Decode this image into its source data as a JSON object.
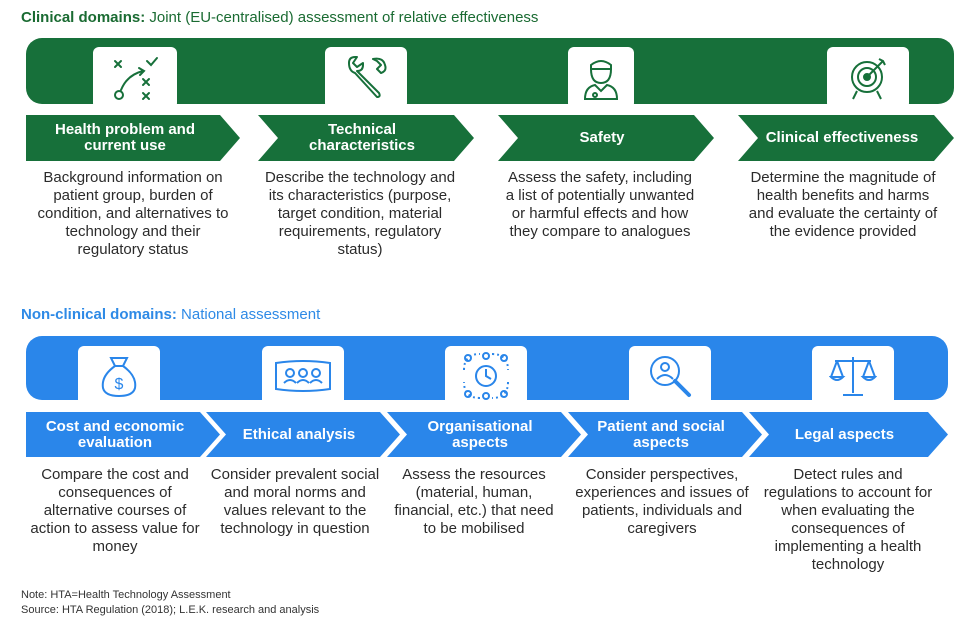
{
  "clinical": {
    "title_bold": "Clinical domains:",
    "title_rest": " Joint (EU-centralised) assessment of relative effectiveness",
    "items": [
      {
        "icon": "tactics-icon",
        "label": "Health problem and current use",
        "description": "Background information on patient group, burden of condition, and alternatives to technology and their regulatory status"
      },
      {
        "icon": "wrench-icon",
        "label": "Technical characteristics",
        "description": "Describe the technology and its characteristics (purpose, target condition, material requirements, regulatory status)"
      },
      {
        "icon": "nurse-icon",
        "label": "Safety",
        "description": "Assess the safety, including a list of potentially unwanted or harmful effects and how they compare to analogues"
      },
      {
        "icon": "target-icon",
        "label": "Clinical effectiveness",
        "description": "Determine the magnitude of health benefits and harms and evaluate the certainty of the evidence provided"
      }
    ]
  },
  "nonclinical": {
    "title_bold": "Non-clinical domains:",
    "title_rest": " National assessment",
    "items": [
      {
        "icon": "money-bag-icon",
        "label": "Cost and economic evaluation",
        "description": "Compare the cost and consequences of alternative courses of action to assess value for money"
      },
      {
        "icon": "people-frame-icon",
        "label": "Ethical analysis",
        "description": "Consider prevalent social and moral norms and values relevant to the technology in question"
      },
      {
        "icon": "organisation-clock-icon",
        "label": "Organisational aspects",
        "description": "Assess the resources (material, human, financial, etc.) that need to be mobilised"
      },
      {
        "icon": "magnifier-person-icon",
        "label": "Patient and social aspects",
        "description": "Consider perspectives, experiences and issues of patients, individuals and caregivers"
      },
      {
        "icon": "scales-icon",
        "label": "Legal aspects",
        "description": "Detect rules and regulations to account for when evaluating the consequences of implementing a health technology"
      }
    ]
  },
  "footer": {
    "note": "Note: HTA=Health Technology Assessment",
    "source": "Source: HTA Regulation (2018); L.E.K. research and analysis"
  },
  "colors": {
    "green": "#17703a",
    "blue": "#2a86ea"
  }
}
